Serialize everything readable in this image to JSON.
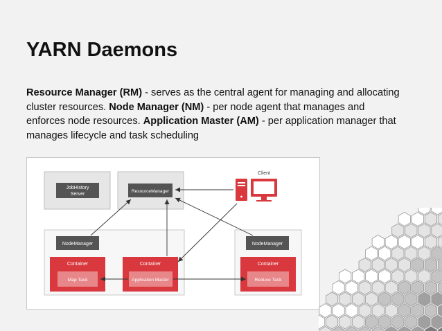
{
  "slide": {
    "title": "YARN Daemons",
    "paragraph": [
      {
        "text": "Resource Manager (RM)",
        "bold": true
      },
      {
        "text": " - serves as the central agent for managing and allocating cluster resources. ",
        "bold": false
      },
      {
        "text": "Node Manager (NM)",
        "bold": true
      },
      {
        "text": " - per node agent that manages and enforces node resources. ",
        "bold": false
      },
      {
        "text": "Application Master (AM)",
        "bold": true
      },
      {
        "text": " - per application manager that manages lifecycle and task scheduling",
        "bold": false
      }
    ]
  },
  "diagram": {
    "client_label": "Client",
    "jobhistory_line1": "JobHistory",
    "jobhistory_line2": "Server",
    "resourcemanager_label": "ResourceManager",
    "nodemanager_left_label": "NodeManager",
    "nodemanager_right_label": "NodeManager",
    "container_left_label": "Container",
    "container_mid_label": "Container",
    "container_right_label": "Container",
    "maptask_label": "Map Task",
    "appmaster_label": "Application Master",
    "reducetask_label": "Reduce Task",
    "colors": {
      "dark_box": "#545454",
      "red_container": "#d9393e",
      "red_inner": "#e8878a",
      "gray_region": "#e6e6e6",
      "region_border": "#bfbfbf",
      "arrow": "#333333"
    }
  }
}
